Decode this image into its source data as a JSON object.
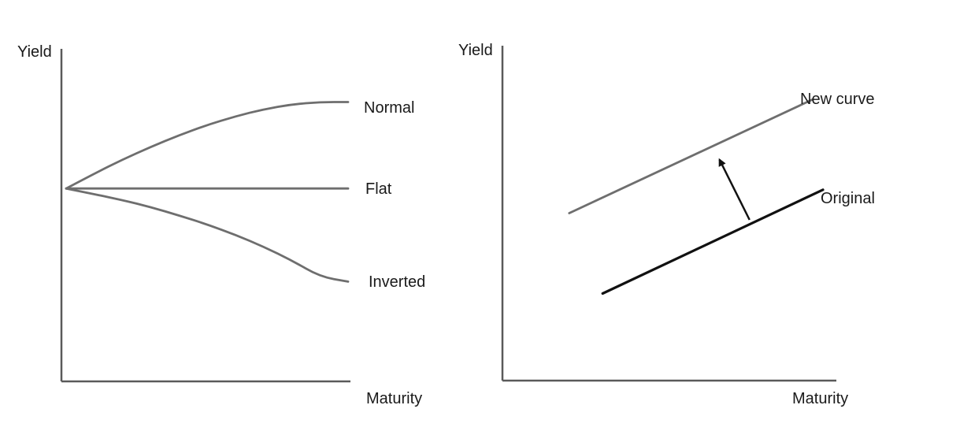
{
  "colors": {
    "axis": "#5a5a5a",
    "gray_curve": "#6e6e6e",
    "black_curve": "#111111",
    "text": "#1a1a1a"
  },
  "chart_data": [
    {
      "type": "line",
      "title": "",
      "xlabel": "Maturity",
      "ylabel": "Yield",
      "xlim": [
        0,
        1
      ],
      "ylim": [
        0,
        1
      ],
      "grid": false,
      "series": [
        {
          "name": "Normal",
          "color": "#6e6e6e",
          "x": [
            0,
            0.1,
            0.2,
            0.3,
            0.4,
            0.5,
            0.6,
            0.7,
            0.8,
            0.9,
            1.0
          ],
          "y": [
            0.58,
            0.625,
            0.667,
            0.705,
            0.74,
            0.771,
            0.797,
            0.818,
            0.833,
            0.84,
            0.84
          ]
        },
        {
          "name": "Flat",
          "color": "#6e6e6e",
          "x": [
            0,
            1.0
          ],
          "y": [
            0.58,
            0.58
          ]
        },
        {
          "name": "Inverted",
          "color": "#6e6e6e",
          "x": [
            0,
            0.1,
            0.2,
            0.3,
            0.4,
            0.5,
            0.6,
            0.7,
            0.8,
            0.9,
            1.0
          ],
          "y": [
            0.58,
            0.563,
            0.545,
            0.524,
            0.499,
            0.472,
            0.441,
            0.405,
            0.364,
            0.315,
            0.3
          ]
        }
      ]
    },
    {
      "type": "line",
      "title": "",
      "xlabel": "Maturity",
      "ylabel": "Yield",
      "xlim": [
        0,
        1
      ],
      "ylim": [
        0,
        1
      ],
      "grid": false,
      "series": [
        {
          "name": "New curve",
          "color": "#6e6e6e",
          "x": [
            0.2,
            0.93
          ],
          "y": [
            0.5,
            0.84
          ]
        },
        {
          "name": "Original",
          "color": "#111111",
          "x": [
            0.3,
            0.96
          ],
          "y": [
            0.26,
            0.57
          ]
        }
      ],
      "annotations": [
        {
          "type": "arrow",
          "from": [
            0.74,
            0.48
          ],
          "to": [
            0.65,
            0.66
          ],
          "meaning": "upward shift"
        }
      ]
    }
  ]
}
